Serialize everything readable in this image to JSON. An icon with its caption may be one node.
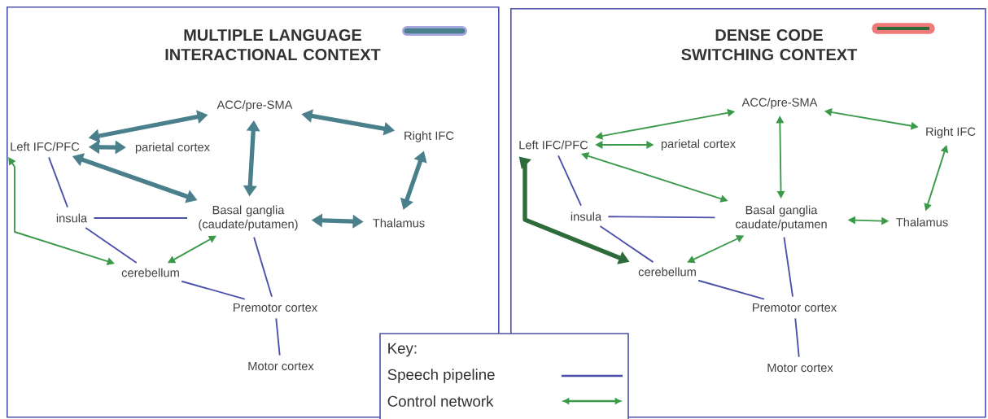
{
  "diagram": {
    "nodes": [
      {
        "text": [
          "MULTIPLE LANGUAGE INTERACTIONAL CONTEXT"
        ]
      },
      {
        "text": [
          "ACC/pre-SMA"
        ],
        "in": 0
      },
      {
        "text": [
          "Left IFC/PFC"
        ],
        "in": 0
      },
      {
        "text": [
          "parietal  cortex"
        ],
        "in": 0
      },
      {
        "text": [
          "Right IFC"
        ],
        "in": 0
      },
      {
        "text": [
          "Basal ganglia (caudate/putamen)"
        ],
        "in": 0
      },
      {
        "text": [
          "Thalamus"
        ],
        "in": 0
      },
      {
        "text": [
          "insula"
        ],
        "in": 0
      },
      {
        "text": [
          "cerebellum"
        ],
        "in": 0
      },
      {
        "text": [
          "Premotor cortex"
        ],
        "in": 0
      },
      {
        "text": [
          "Motor cortex"
        ],
        "in": 0
      },
      {
        "text": [
          "DENSE CODE SWITCHING CONTEXT"
        ]
      },
      {
        "text": [
          "ACC/pre-SMA"
        ],
        "in": 11
      },
      {
        "text": [
          "Left IFC/PFC"
        ],
        "in": 11
      },
      {
        "text": [
          "parietal  cortex"
        ],
        "in": 11
      },
      {
        "text": [
          "Right IFC"
        ],
        "in": 11
      },
      {
        "text": [
          "Basal ganglia caudate/putamen"
        ],
        "in": 11
      },
      {
        "text": [
          "Thalamus"
        ],
        "in": 11
      },
      {
        "text": [
          "insula"
        ],
        "in": 11
      },
      {
        "text": [
          "cerebellum"
        ],
        "in": 11
      },
      {
        "text": [
          "Premotor cortex"
        ],
        "in": 11
      },
      {
        "text": [
          "Motor cortex"
        ],
        "in": 11
      }
    ],
    "edges": [
      {
        "from": 2,
        "to": 1,
        "arrow": "both",
        "style": "thick",
        "color": "#4a7f8c"
      },
      {
        "from": 1,
        "to": 5,
        "arrow": "both",
        "style": "thick",
        "color": "#4a7f8c"
      },
      {
        "from": 1,
        "to": 4,
        "arrow": "both",
        "style": "thick",
        "color": "#4a7f8c"
      },
      {
        "from": 2,
        "to": 3,
        "arrow": "both",
        "style": "thick",
        "color": "#4a7f8c"
      },
      {
        "from": 2,
        "to": 5,
        "arrow": "both",
        "style": "thick",
        "color": "#4a7f8c"
      },
      {
        "from": 5,
        "to": 6,
        "arrow": "both",
        "style": "thick",
        "color": "#4a7f8c"
      },
      {
        "from": 4,
        "to": 6,
        "arrow": "both",
        "style": "thick",
        "color": "#4a7f8c"
      },
      {
        "from": 8,
        "to": 2,
        "arrow": "both",
        "color": "#3a9a4a"
      },
      {
        "from": 8,
        "to": 5,
        "arrow": "both",
        "color": "#3a9a4a"
      },
      {
        "from": 2,
        "to": 7,
        "arrow": "none",
        "color": "#4b50a8"
      },
      {
        "from": 7,
        "to": 5,
        "arrow": "none",
        "color": "#4b50a8"
      },
      {
        "from": 7,
        "to": 8,
        "arrow": "none",
        "color": "#4b50a8"
      },
      {
        "from": 8,
        "to": 9,
        "arrow": "none",
        "color": "#4b50a8"
      },
      {
        "from": 5,
        "to": 9,
        "arrow": "none",
        "color": "#4b50a8"
      },
      {
        "from": 9,
        "to": 10,
        "arrow": "none",
        "color": "#4b50a8"
      },
      {
        "from": 13,
        "to": 12,
        "arrow": "both",
        "color": "#3a9a4a"
      },
      {
        "from": 12,
        "to": 16,
        "arrow": "both",
        "color": "#3a9a4a"
      },
      {
        "from": 12,
        "to": 15,
        "arrow": "both",
        "color": "#3a9a4a"
      },
      {
        "from": 13,
        "to": 14,
        "arrow": "both",
        "color": "#3a9a4a"
      },
      {
        "from": 13,
        "to": 16,
        "arrow": "both",
        "color": "#3a9a4a"
      },
      {
        "from": 16,
        "to": 17,
        "arrow": "both",
        "color": "#3a9a4a"
      },
      {
        "from": 15,
        "to": 17,
        "arrow": "both",
        "color": "#3a9a4a"
      },
      {
        "from": 19,
        "to": 16,
        "arrow": "both",
        "color": "#3a9a4a"
      },
      {
        "from": 19,
        "to": 13,
        "arrow": "both",
        "style": "thick",
        "color": "#2e6b3a"
      },
      {
        "from": 13,
        "to": 18,
        "arrow": "none",
        "color": "#4b50a8"
      },
      {
        "from": 18,
        "to": 16,
        "arrow": "none",
        "color": "#4b50a8"
      },
      {
        "from": 18,
        "to": 19,
        "arrow": "none",
        "color": "#4b50a8"
      },
      {
        "from": 19,
        "to": 20,
        "arrow": "none",
        "color": "#4b50a8"
      },
      {
        "from": 16,
        "to": 20,
        "arrow": "none",
        "color": "#4b50a8"
      },
      {
        "from": 20,
        "to": 21,
        "arrow": "none",
        "color": "#4b50a8"
      }
    ],
    "labels": [
      "Key:"
    ],
    "legend": [
      {
        "text": "Speech pipeline"
      },
      {
        "text": "Control network"
      }
    ]
  }
}
